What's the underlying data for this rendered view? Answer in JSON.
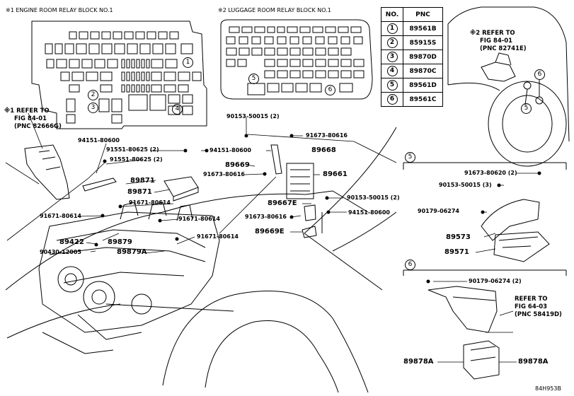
{
  "headers": {
    "engine_block": "※1 ENGINE ROOM RELAY BLOCK NO.1",
    "luggage_block": "※2 LUGGAGE ROOM RELAY BLOCK NO.1",
    "refer1_line1": "※1 REFER TO",
    "refer1_line2": "FIG 84-01",
    "refer1_line3": "(PNC 82666G)",
    "refer2_line1": "※2 REFER TO",
    "refer2_line2": "FIG 84-01",
    "refer2_line3": "(PNC 82741E)",
    "refer3_line1": "REFER TO",
    "refer3_line2": "FIG 64-03",
    "refer3_line3": "(PNC 58419D)"
  },
  "table": {
    "col_no": "NO.",
    "col_pnc": "PNC",
    "rows": [
      {
        "no": "1",
        "pnc": "89561B"
      },
      {
        "no": "2",
        "pnc": "85915S"
      },
      {
        "no": "3",
        "pnc": "89870D"
      },
      {
        "no": "4",
        "pnc": "89870C"
      },
      {
        "no": "5",
        "pnc": "89561D"
      },
      {
        "no": "6",
        "pnc": "89561C"
      }
    ]
  },
  "block_callouts": {
    "c1": "1",
    "c2": "2",
    "c3": "3",
    "c4": "4",
    "c5": "5",
    "c6": "6"
  },
  "car_callouts": {
    "c5": "5",
    "c6": "6"
  },
  "sections": {
    "s5": "5",
    "s6": "6"
  },
  "parts": {
    "p01": "94151-80600",
    "p02": "91551-80625 (2)",
    "p03": "91551-80625 (2)",
    "p04": "94151-80600",
    "p05": "89871",
    "p06": "89871",
    "p07": "91671-80614",
    "p08": "91671-80614",
    "p09": "91671-80614",
    "p10": "91671-80614",
    "p11": "89422",
    "p12": "89879",
    "p13": "90430-12005",
    "p14": "89879A",
    "p15": "90153-50015 (2)",
    "p16": "91673-80616",
    "p17": "89668",
    "p18": "89669",
    "p19": "91673-80616",
    "p20": "89661",
    "p21": "90153-50015 (2)",
    "p22": "89667E",
    "p23": "94151-80600",
    "p24": "91673-80616",
    "p25": "89669E",
    "p26": "91673-80620 (2)",
    "p27": "90153-50015 (3)",
    "p28": "90179-06274",
    "p29": "89573",
    "p30": "89571",
    "p31": "90179-06274 (2)",
    "p32": "89878A",
    "p33": "89878A"
  },
  "figure_code": "84H953B"
}
